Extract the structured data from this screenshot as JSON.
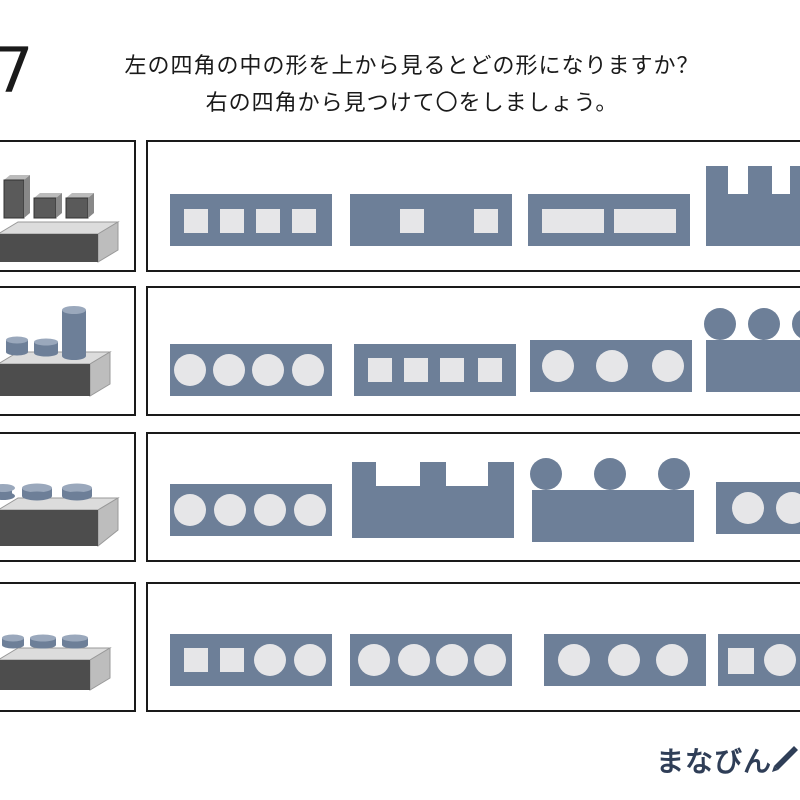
{
  "question_number": "7",
  "instruction_line1": "左の四角の中の形を上から見るとどの形になりますか？",
  "instruction_line2": "右の四角から見つけて〇をしましょう。",
  "logo_text": "まなびん",
  "colors": {
    "option_fill": "#6d7f98",
    "hole_fill": "#e6e6e8",
    "block_dark": "#4d4d4d",
    "block_side": "#bdbdbd"
  }
}
